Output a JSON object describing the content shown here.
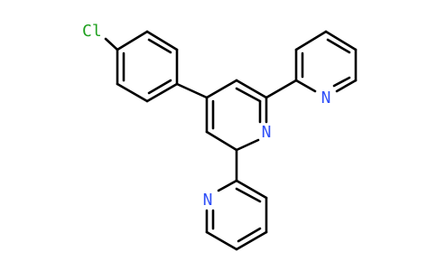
{
  "colors": {
    "bond": "#000000",
    "nitrogen": "#3050f8",
    "chlorine": "#1fa01f",
    "background": "#ffffff"
  },
  "atoms": {
    "chlorine": "Cl",
    "central_ring_nitrogen": "N",
    "upper_pyridyl_nitrogen": "N",
    "lower_pyridyl_nitrogen": "N"
  }
}
